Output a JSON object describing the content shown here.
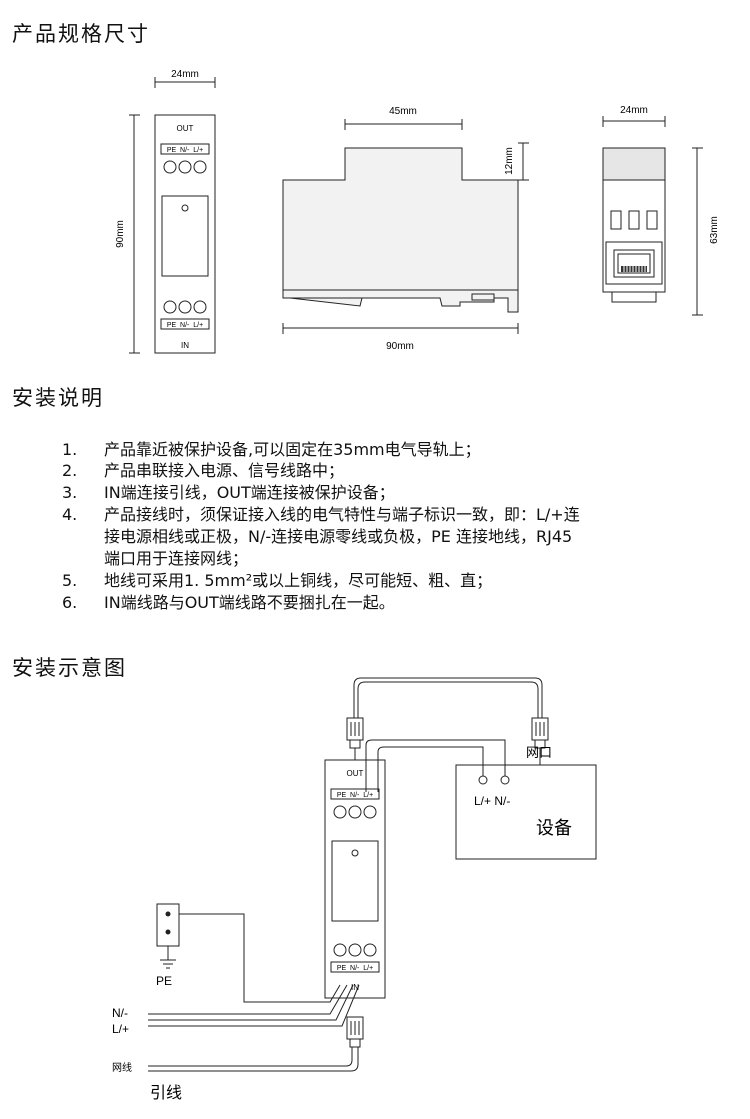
{
  "sections": {
    "specs_title": "产品规格尺寸",
    "install_title": "安装说明",
    "diagram_title": "安装示意图"
  },
  "specs": {
    "front_width": "24mm",
    "front_height": "90mm",
    "side_width": "45mm",
    "side_top": "12mm",
    "side_bottom": "90mm",
    "right_width": "24mm",
    "right_height": "63mm",
    "out_label": "OUT",
    "in_label": "IN",
    "terminal_label": "PE  N/-  L/+"
  },
  "instructions": [
    {
      "num": "1.",
      "lines": [
        "产品靠近被保护设备,可以固定在35mm电气导轨上；"
      ]
    },
    {
      "num": "2.",
      "lines": [
        "产品串联接入电源、信号线路中；"
      ]
    },
    {
      "num": "3.",
      "lines": [
        "IN端连接引线，OUT端连接被保护设备；"
      ]
    },
    {
      "num": "4.",
      "lines": [
        "产品接线时，须保证接入线的电气特性与端子标识一致，即：L/+连",
        "接电源相线或正极，N/-连接电源零线或负极，PE 连接地线，RJ45",
        "端口用于连接网线；"
      ]
    },
    {
      "num": "5.",
      "lines": [
        "地线可采用1. 5mm²或以上铜线，尽可能短、粗、直；"
      ]
    },
    {
      "num": "6.",
      "lines": [
        "IN端线路与OUT端线路不要捆扎在一起。"
      ]
    }
  ],
  "wiring": {
    "port_label": "网口",
    "device_terminals": "L/+ N/-",
    "device_label": "设备",
    "pe_label": "PE",
    "n_label": "N/-",
    "l_label": "L/+",
    "net_label": "网线",
    "lead_label": "引线",
    "out_label": "OUT",
    "in_label": "IN",
    "terminal_label": "PE  N/-  L/+"
  }
}
